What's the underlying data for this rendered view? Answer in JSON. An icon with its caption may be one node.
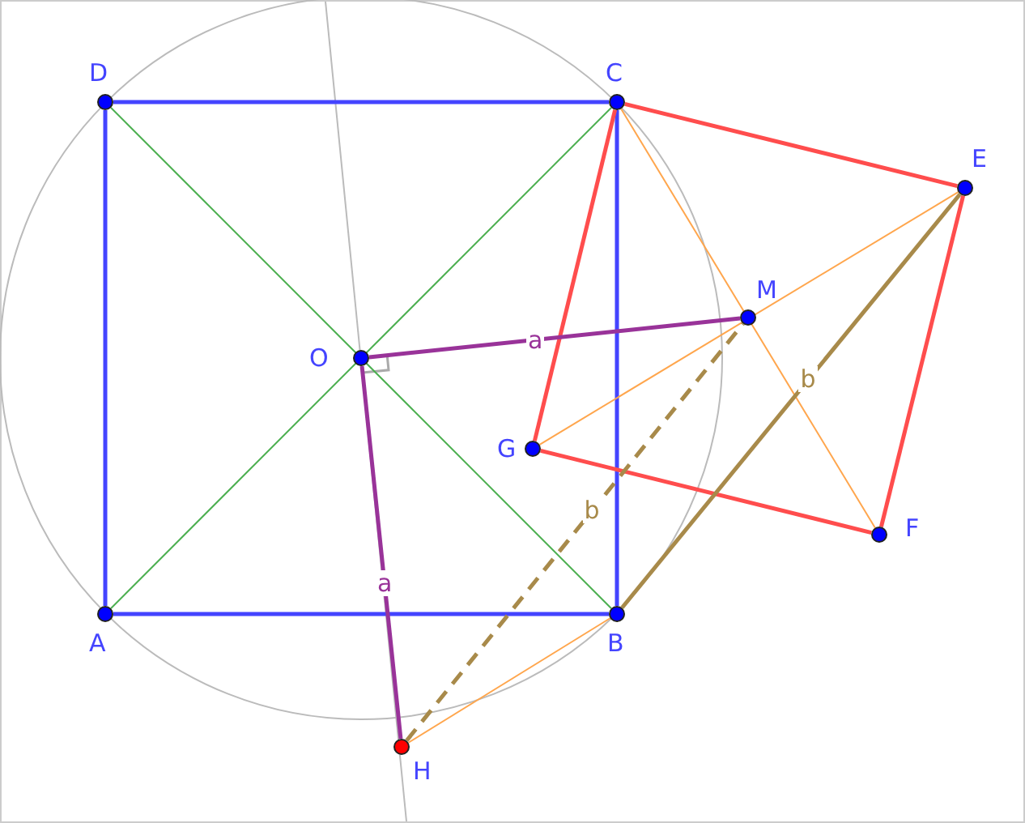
{
  "diagram": {
    "nodes": [
      {
        "text": [
          "D"
        ]
      },
      {
        "text": [
          "C"
        ]
      },
      {
        "text": [
          "E"
        ]
      },
      {
        "text": [
          "M"
        ]
      },
      {
        "text": [
          "O"
        ]
      },
      {
        "text": [
          "G"
        ]
      },
      {
        "text": [
          "F"
        ]
      },
      {
        "text": [
          "A"
        ]
      },
      {
        "text": [
          "B"
        ]
      },
      {
        "text": [
          "H"
        ]
      }
    ],
    "edges": [
      {
        "from": 0,
        "to": 1,
        "arrow": "none",
        "color": "#4444ff"
      },
      {
        "from": 1,
        "to": 8,
        "arrow": "none",
        "color": "#4444ff"
      },
      {
        "from": 8,
        "to": 7,
        "arrow": "none",
        "color": "#4444ff"
      },
      {
        "from": 7,
        "to": 0,
        "arrow": "none",
        "color": "#4444ff"
      },
      {
        "from": 7,
        "to": 1,
        "arrow": "none",
        "color": "#4caf50"
      },
      {
        "from": 0,
        "to": 8,
        "arrow": "none",
        "color": "#4caf50"
      },
      {
        "from": 1,
        "to": 2,
        "arrow": "none",
        "color": "#ff4d4d"
      },
      {
        "from": 2,
        "to": 6,
        "arrow": "none",
        "color": "#ff4d4d"
      },
      {
        "from": 6,
        "to": 5,
        "arrow": "none",
        "color": "#ff4d4d"
      },
      {
        "from": 5,
        "to": 1,
        "arrow": "none",
        "color": "#ff4d4d"
      },
      {
        "from": 1,
        "to": 6,
        "arrow": "none",
        "color": "#ffa64d"
      },
      {
        "from": 5,
        "to": 2,
        "arrow": "none",
        "color": "#ffa64d"
      },
      {
        "from": 8,
        "to": 9,
        "arrow": "none",
        "color": "#ffa64d"
      },
      {
        "from": 4,
        "to": 3,
        "arrow": "none",
        "label": "a",
        "color": "#993399"
      },
      {
        "from": 4,
        "to": 9,
        "arrow": "none",
        "label": "a",
        "color": "#993399"
      },
      {
        "from": 9,
        "to": 3,
        "arrow": "none",
        "label": "b",
        "style": "dashed",
        "color": "#a88a4a"
      },
      {
        "from": 8,
        "to": 2,
        "arrow": "none",
        "label": "b",
        "color": "#a88a4a"
      }
    ]
  }
}
